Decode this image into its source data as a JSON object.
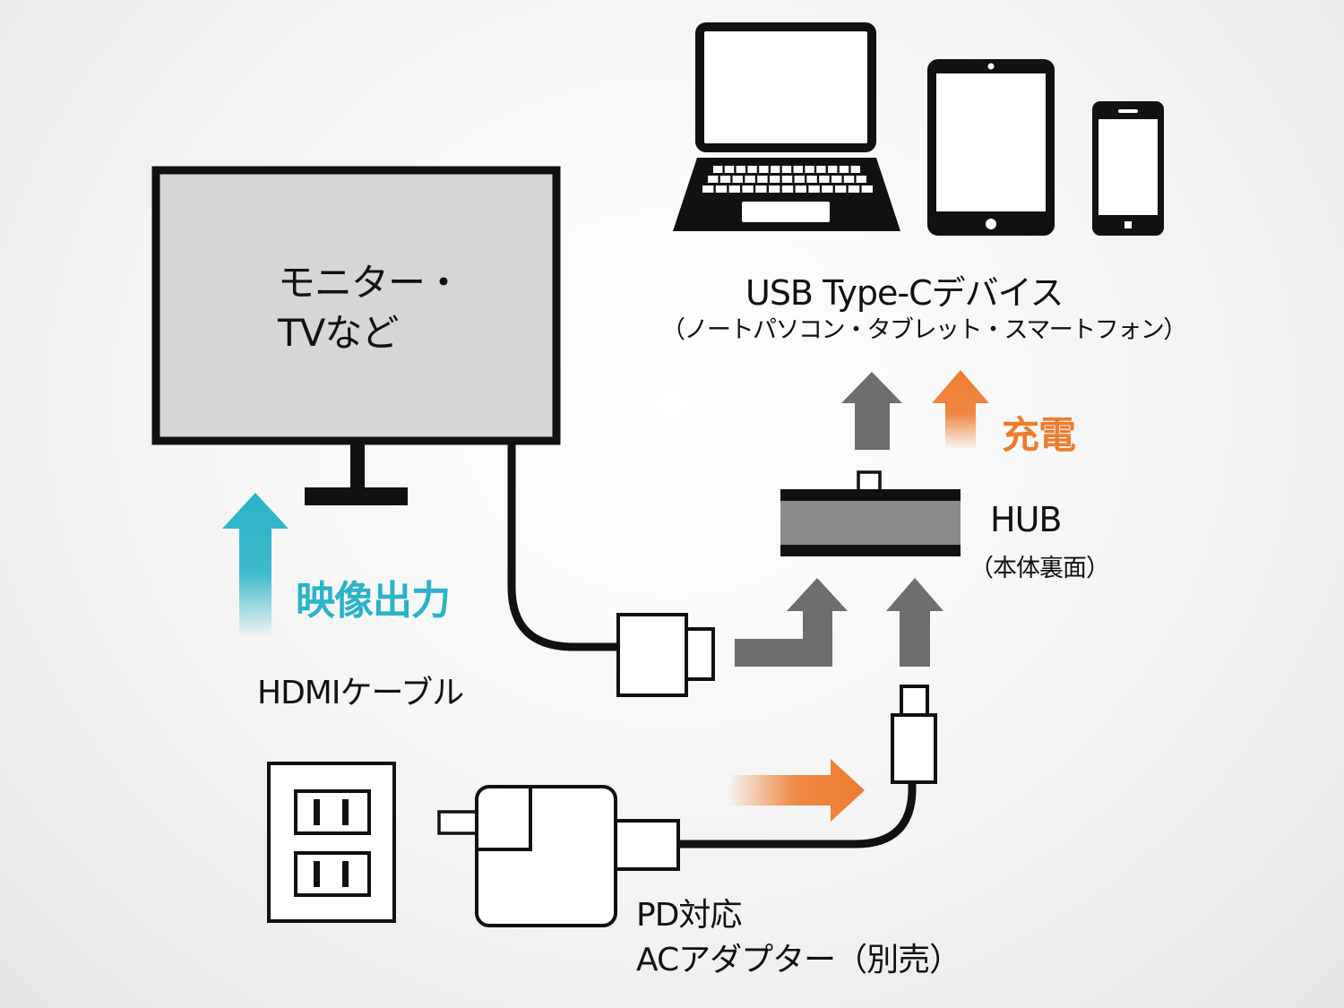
{
  "monitor": {
    "line1": "モニター・",
    "line2": "TVなど"
  },
  "devices": {
    "title": "USB Type-Cデバイス",
    "subtitle": "（ノートパソコン・タブレット・スマートフォン）"
  },
  "hub": {
    "title": "HUB",
    "subtitle": "（本体裏面）"
  },
  "labels": {
    "video_out": "映像出力",
    "charge": "充電",
    "hdmi_cable": "HDMIケーブル"
  },
  "adapter": {
    "line1": "PD対応",
    "line2": "ACアダプター（別売）"
  },
  "icons": [
    "monitor-icon",
    "laptop-icon",
    "tablet-icon",
    "smartphone-icon",
    "hub-icon",
    "wall-outlet-icon",
    "ac-adapter-icon",
    "hdmi-plug-icon",
    "usb-c-plug-icon"
  ],
  "colors": {
    "video_arrow": "#2ab3c8",
    "charge_arrow": "#ee7c2f",
    "data_arrow": "#6e6e6e",
    "outline": "#111111"
  }
}
